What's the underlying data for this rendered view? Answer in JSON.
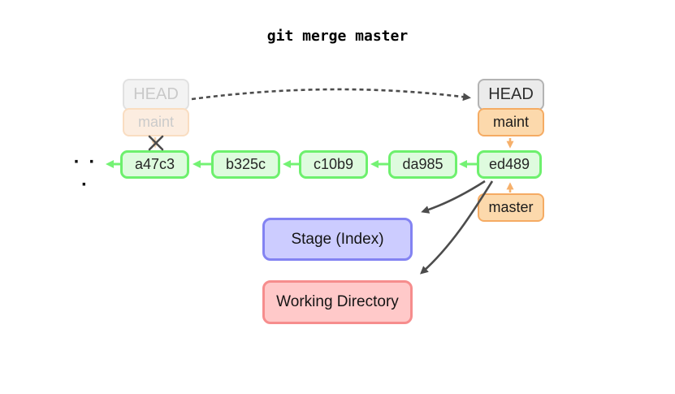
{
  "title": "git merge master",
  "ellipsis": "· · ·",
  "previous_head": {
    "head": "HEAD",
    "branch": "maint"
  },
  "current_head": {
    "head": "HEAD",
    "branch": "maint"
  },
  "commits": [
    "a47c3",
    "b325c",
    "c10b9",
    "da985",
    "ed489"
  ],
  "branches": {
    "master": "master"
  },
  "areas": {
    "stage": "Stage (Index)",
    "working": "Working Directory"
  },
  "colors": {
    "commit_fill": "#defbde",
    "commit_border": "#6df06d",
    "commit_arrow": "#74f274",
    "branch_fill": "#fcd9ac",
    "branch_border": "#f5ab63",
    "branch_arrow": "#f6b06b",
    "head_fill": "#ebebeb",
    "head_border": "#b3b3b3",
    "stage_fill": "#ccccff",
    "stage_border": "#8383f2",
    "working_fill": "#ffc9c9",
    "working_border": "#f68d8d",
    "dark_arrow": "#4c4c4c"
  }
}
